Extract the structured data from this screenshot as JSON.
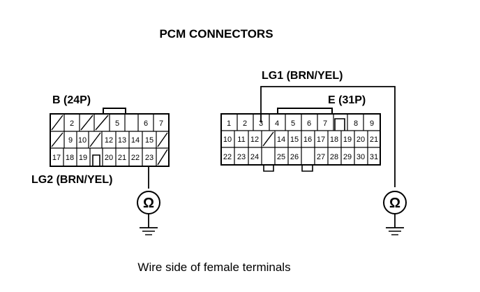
{
  "title": "PCM CONNECTORS",
  "caption": "Wire side of female terminals",
  "connector_b": {
    "label": "B (24P)",
    "row1": [
      "",
      "2",
      "",
      "",
      "5",
      "",
      "6",
      "7"
    ],
    "row2": [
      "",
      "9",
      "10",
      "",
      "12",
      "13",
      "14",
      "15"
    ],
    "row3": [
      "17",
      "18",
      "19",
      "",
      "20",
      "21",
      "22",
      "23"
    ],
    "wire_label": "LG2 (BRN/YEL)"
  },
  "connector_e": {
    "label": "E (31P)",
    "row1": [
      "1",
      "2",
      "3",
      "4",
      "5",
      "6",
      "7",
      "",
      "8",
      "9"
    ],
    "row2": [
      "10",
      "11",
      "12",
      "",
      "14",
      "15",
      "16",
      "17",
      "18",
      "19",
      "20",
      "21"
    ],
    "row3": [
      "22",
      "23",
      "24",
      "",
      "25",
      "26",
      "",
      "27",
      "28",
      "29",
      "30",
      "31"
    ],
    "wire_label": "LG1 (BRN/YEL)"
  },
  "meter_symbol": "Ω"
}
